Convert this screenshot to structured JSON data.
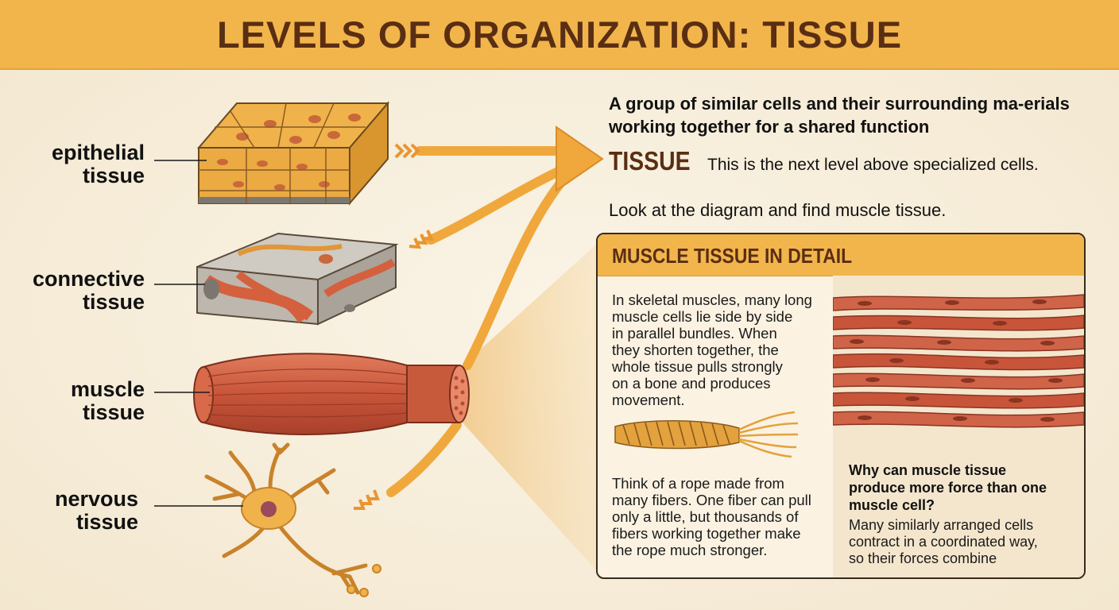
{
  "header": {
    "title": "LEVELS OF ORGANIZATION: TISSUE"
  },
  "labels": {
    "epithelial": [
      "epithelial",
      "tissue"
    ],
    "connective": [
      "connective",
      "tissue"
    ],
    "muscle": [
      "muscle",
      "tissue"
    ],
    "nervous": [
      "nervous",
      "tissue"
    ]
  },
  "intro": {
    "definition": "A group of similar cells and their surrounding ma-erials working together for a shared function",
    "term": "TISSUE",
    "term_desc": "This is the next level above specialized cells.",
    "instruction": "Look at the diagram and find muscle tissue."
  },
  "detail": {
    "title": "MUSCLE TISSUE IN DETAIL",
    "paragraph1": [
      "In skeletal muscles, many long",
      "muscle cells lie side by side",
      "in parallel bundles. When",
      "they shorten together, the",
      "whole tissue pulls strongly",
      "on a bone and produces",
      "movement."
    ],
    "paragraph2": [
      "Think of a rope made from",
      "many fibers. One fiber can pull",
      "only a little, but thousands of",
      "fibers working together make",
      "the rope much stronger."
    ],
    "question": [
      "Why can muscle tissue",
      "produce more force than one",
      "muscle cell?"
    ],
    "answer": [
      "Many similarly arranged cells",
      "contract in a coordinated way,",
      "so their forces combine"
    ]
  },
  "colors": {
    "header_bg": "#f2b54c",
    "title_brown": "#5a2e12",
    "arrow_orange": "#f0a83c",
    "muscle_red": "#c8553a"
  }
}
